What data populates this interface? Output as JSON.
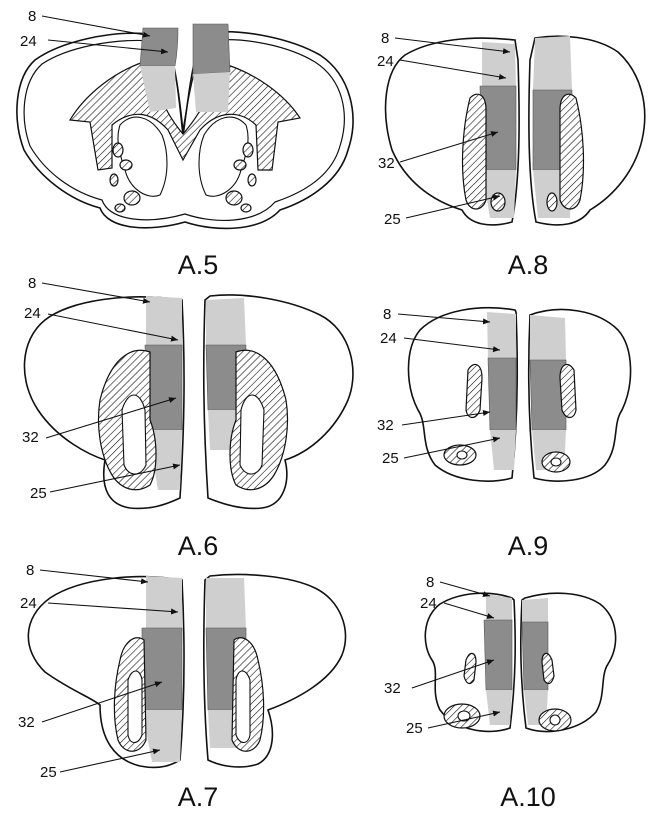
{
  "panels": [
    {
      "title": "A.5",
      "labels": [
        "8",
        "24"
      ]
    },
    {
      "title": "A.8",
      "labels": [
        "8",
        "24",
        "32",
        "25"
      ]
    },
    {
      "title": "A.6",
      "labels": [
        "8",
        "24",
        "32",
        "25"
      ]
    },
    {
      "title": "A.9",
      "labels": [
        "8",
        "24",
        "32",
        "25"
      ]
    },
    {
      "title": "A.7",
      "labels": [
        "8",
        "24",
        "32",
        "25"
      ]
    },
    {
      "title": "A.10",
      "labels": [
        "8",
        "24",
        "32",
        "25"
      ]
    }
  ],
  "colors": {
    "outline": "#111111",
    "area_dark": "#8c8c8c",
    "area_light": "#cfcfcf",
    "hatch": "#111111",
    "background": "#ffffff"
  }
}
